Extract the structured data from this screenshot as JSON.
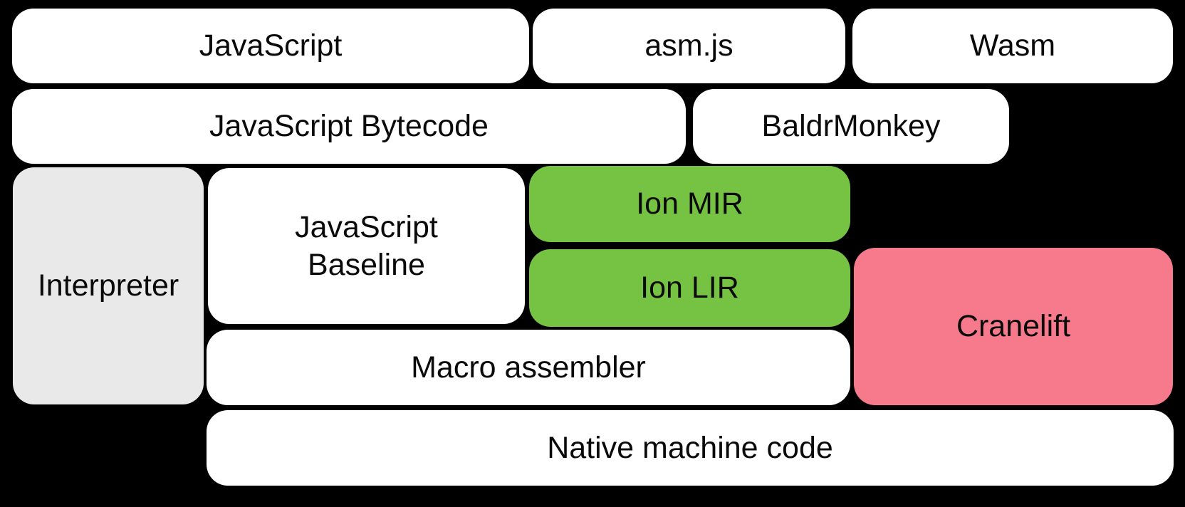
{
  "colors": {
    "background": "#000000",
    "box_white": "#ffffff",
    "box_gray": "#e9e9e9",
    "box_green": "#76c344",
    "box_pink": "#f67a8b",
    "text": "#0a0a0a"
  },
  "nodes": {
    "javascript": {
      "label": "JavaScript"
    },
    "asmjs": {
      "label": "asm.js"
    },
    "wasm": {
      "label": "Wasm"
    },
    "bytecode": {
      "label": "JavaScript Bytecode"
    },
    "baldrmonkey": {
      "label": "BaldrMonkey"
    },
    "interpreter": {
      "label": "Interpreter"
    },
    "baseline": {
      "label": "JavaScript\nBaseline"
    },
    "ion_mir": {
      "label": "Ion MIR"
    },
    "ion_lir": {
      "label": "Ion LIR"
    },
    "cranelift": {
      "label": "Cranelift"
    },
    "macro_assembler": {
      "label": "Macro assembler"
    },
    "native": {
      "label": "Native machine code"
    }
  }
}
